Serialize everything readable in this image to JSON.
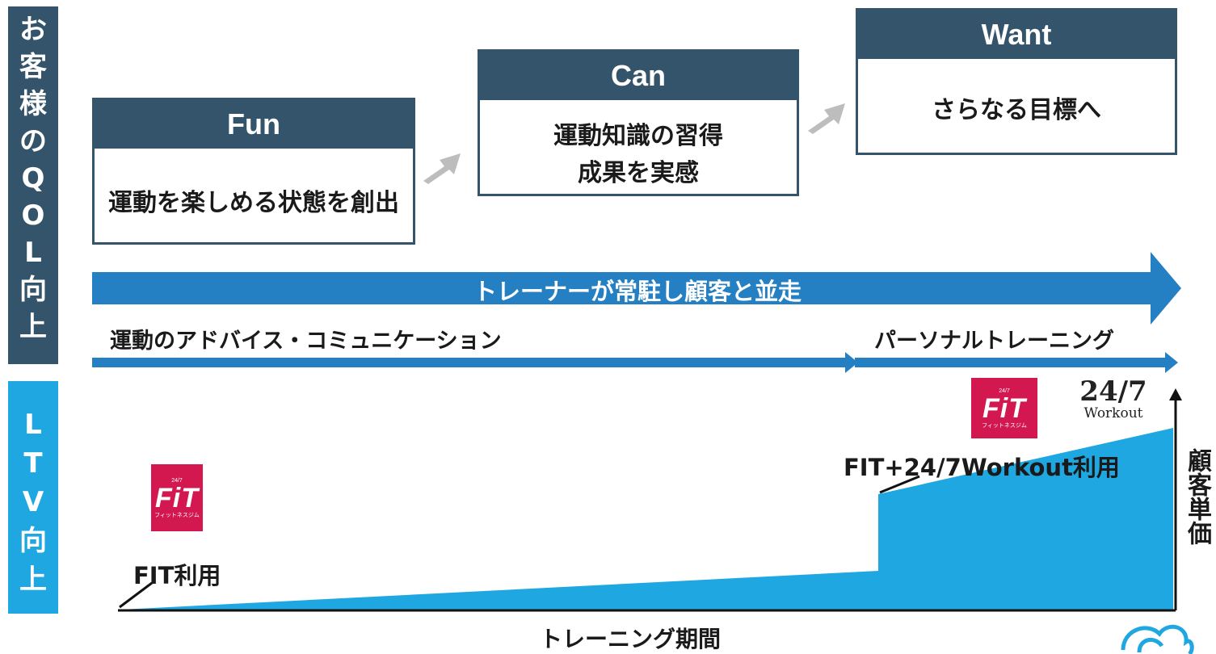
{
  "qol_bar": {
    "chars": [
      "お",
      "客",
      "様",
      "の",
      "Q",
      "O",
      "L",
      "向",
      "上"
    ],
    "color": "#34546b"
  },
  "ltv_bar": {
    "chars": [
      "L",
      "T",
      "V",
      "向",
      "上"
    ],
    "color": "#1ea7e1"
  },
  "cards": {
    "fun": {
      "title": "Fun",
      "body": [
        "運動を楽しめる状態を創出"
      ]
    },
    "can": {
      "title": "Can",
      "body": [
        "運動知識の習得",
        "成果を実感"
      ]
    },
    "want": {
      "title": "Want",
      "body": [
        "さらなる目標へ"
      ]
    }
  },
  "big_arrow": {
    "label": "トレーナーが常駐し顧客と並走",
    "color": "#2580c3"
  },
  "advice_label": "運動のアドバイス・コミュニケーション",
  "personal_label": "パーソナルトレーニング",
  "chart": {
    "fit_label": "FIT利用",
    "combo_label": "FIT+24/7Workout利用",
    "y_axis_label": "顧客単価",
    "x_axis_label": "トレーニング期間",
    "fill_color": "#1ea7e1"
  },
  "logos": {
    "fit": {
      "top": "24/7",
      "main": "FiT",
      "sub": "フィットネスジム"
    },
    "workout": {
      "main": "24/7",
      "sub": "Workout"
    }
  }
}
